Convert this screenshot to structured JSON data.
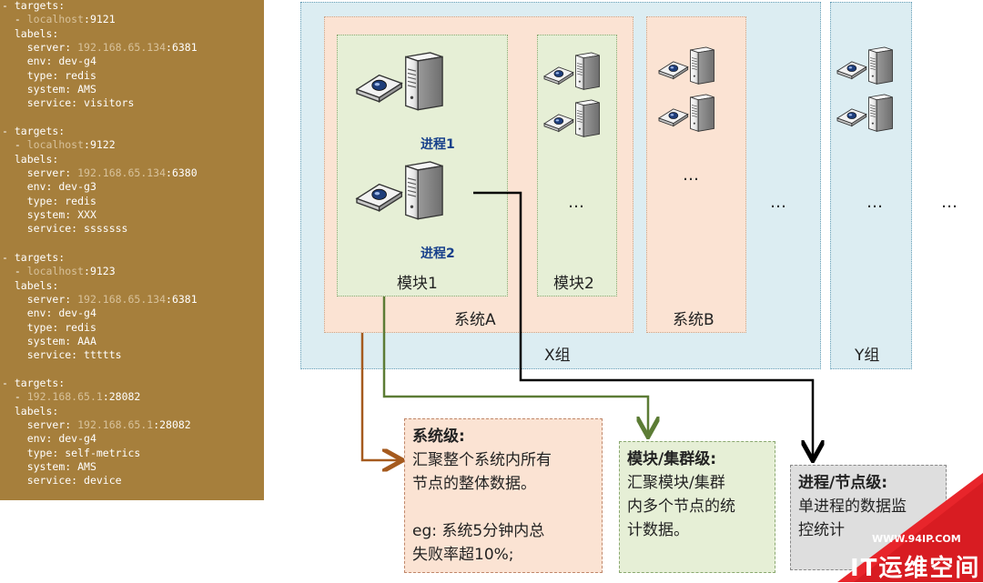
{
  "yaml_blocks": [
    {
      "targets": "- targets:",
      "target_host": "localhost",
      "target_port": ":9121",
      "labels": "labels:",
      "server_key": "server: ",
      "server_ip": "192.168.65.134",
      "server_port": ":6381",
      "env": "env: dev-g4",
      "type": "type: redis",
      "system": "system: AMS",
      "service": "service: visitors"
    },
    {
      "targets": "- targets:",
      "target_host": "localhost",
      "target_port": ":9122",
      "labels": "labels:",
      "server_key": "server: ",
      "server_ip": "192.168.65.134",
      "server_port": ":6380",
      "env": "env: dev-g3",
      "type": "type: redis",
      "system": "system: XXX",
      "service": "service: sssssss"
    },
    {
      "targets": "- targets:",
      "target_host": "localhost",
      "target_port": ":9123",
      "labels": "labels:",
      "server_key": "server: ",
      "server_ip": "192.168.65.134",
      "server_port": ":6381",
      "env": "env: dev-g4",
      "type": "type: redis",
      "system": "system: AAA",
      "service": "service: ttttts"
    },
    {
      "targets": "- targets:",
      "target_host": "192.168.65.1",
      "target_port": ":28082",
      "labels": "labels:",
      "server_key": "server: ",
      "server_ip": "192.168.65.1",
      "server_port": ":28082",
      "env": "env: dev-g4",
      "type": "type: self-metrics",
      "system": "system: AMS",
      "service": "service: device"
    }
  ],
  "diagram": {
    "process1": "进程1",
    "process2": "进程2",
    "module1": "模块1",
    "module2": "模块2",
    "systemA": "系统A",
    "systemB": "系统B",
    "groupX": "X组",
    "groupY": "Y组",
    "ellipsis": "…"
  },
  "notes": {
    "system_level": {
      "title": "系统级:",
      "lines": [
        "汇聚整个系统内所有",
        "节点的整体数据。",
        "",
        "eg: 系统5分钟内总",
        "失败率超10%;"
      ]
    },
    "module_level": {
      "title": "模块/集群级:",
      "lines": [
        "汇聚模块/集群",
        "内多个节点的统",
        "计数据。"
      ]
    },
    "process_level": {
      "title": "进程/节点级:",
      "lines": [
        "单进程的数据监",
        "控统计"
      ]
    }
  },
  "watermark": {
    "url": "WWW.94IP.COM",
    "name": "IT运维空间"
  },
  "colors": {
    "yaml_bg": "#a67f3c",
    "group_bg": "#dcedf2",
    "system_bg": "#fbe3d3",
    "module_bg": "#e6efd6",
    "arrow_system": "#a55a1e",
    "arrow_module": "#5c7c35",
    "arrow_process": "#000000",
    "badge_red": "#e8252b"
  }
}
